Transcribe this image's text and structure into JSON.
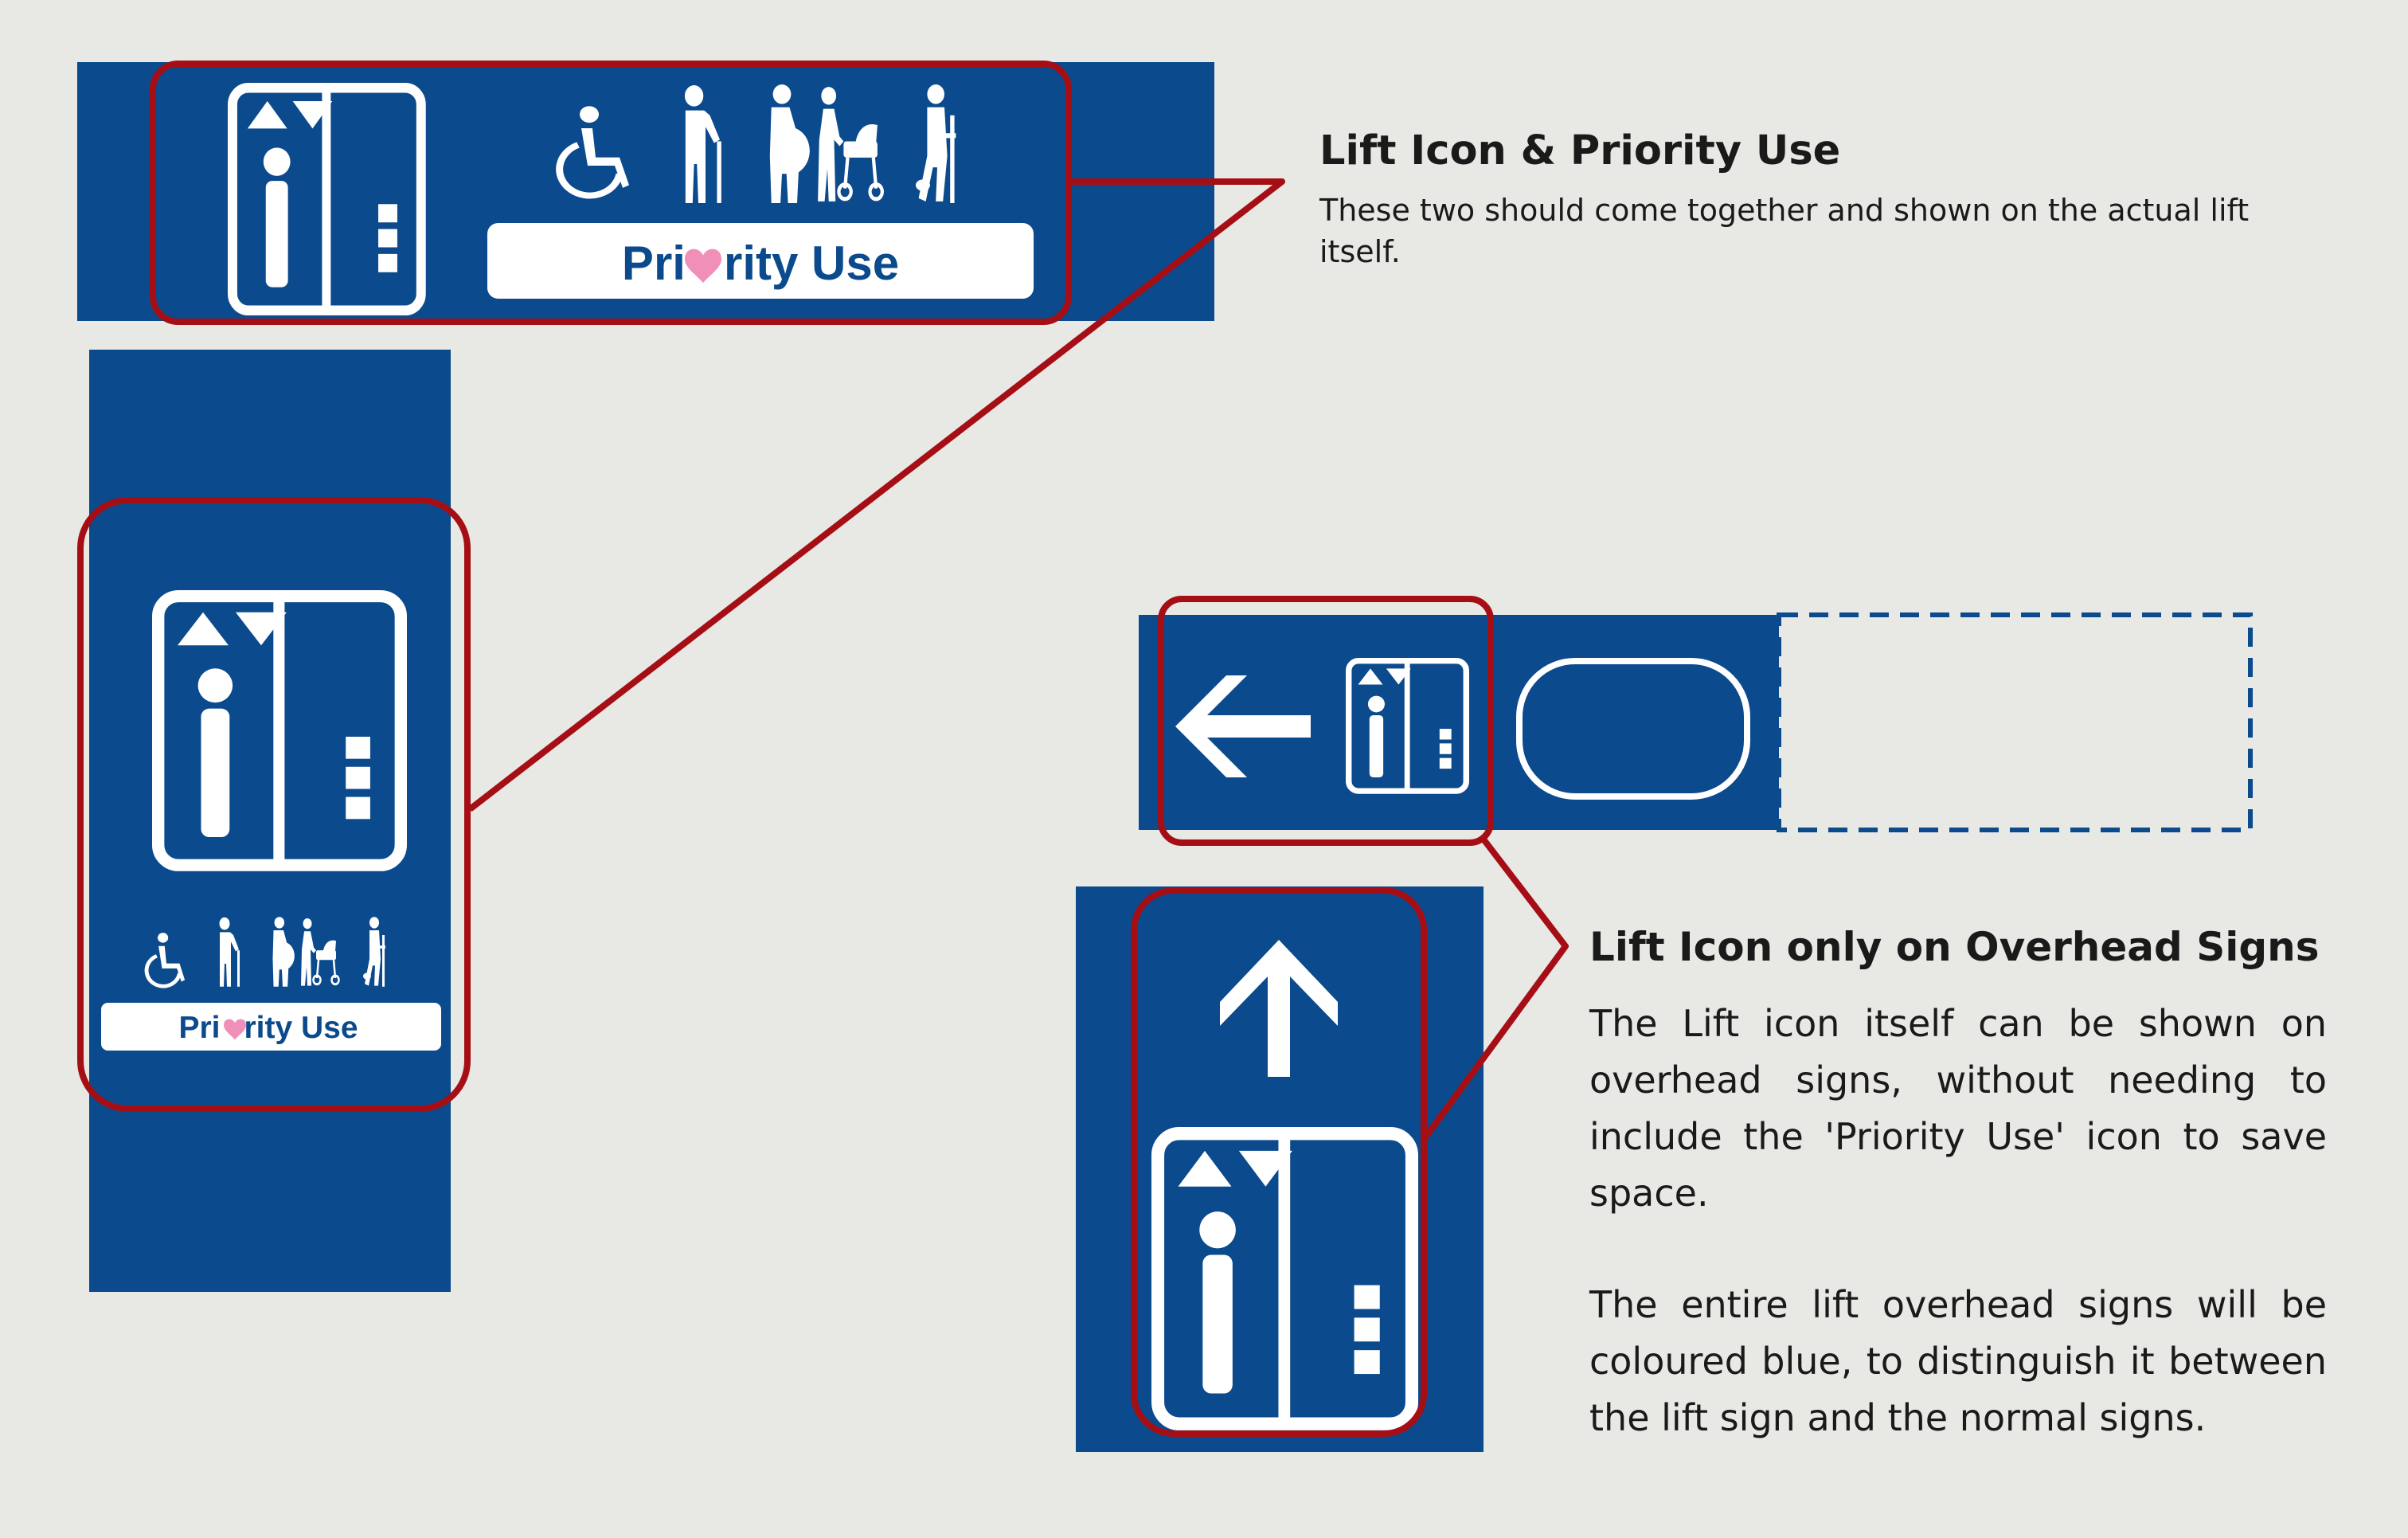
{
  "colors": {
    "background": "#e8e8e4",
    "sign_blue": "#0b4a8c",
    "highlight_red": "#a50e14",
    "priority_text": "#0b4a8c",
    "heart_pink": "#f08fb8",
    "white": "#ffffff"
  },
  "icons": {
    "lift": "lift-icon",
    "wheelchair": "wheelchair-user-icon",
    "elderly": "elderly-person-with-cane-icon",
    "pregnant": "pregnant-woman-icon",
    "stroller": "person-with-stroller-icon",
    "crutch": "injured-person-with-crutch-icon",
    "arrow_left": "arrow-left-icon",
    "arrow_up": "arrow-up-icon",
    "heart": "heart-icon"
  },
  "priority_badge": {
    "pre": "Pri",
    "post": "rity Use"
  },
  "section_priority": {
    "title": "Lift Icon & Priority Use",
    "body": "These two should come together and shown on the actual lift itself."
  },
  "section_overhead": {
    "title": "Lift Icon only on Overhead Signs",
    "body_1": "The Lift icon itself can be shown on overhead signs, without needing to include the 'Priority Use' icon to save space.",
    "body_2": "The entire lift overhead signs will be coloured blue, to distinguish it between the lift sign and the normal signs."
  }
}
